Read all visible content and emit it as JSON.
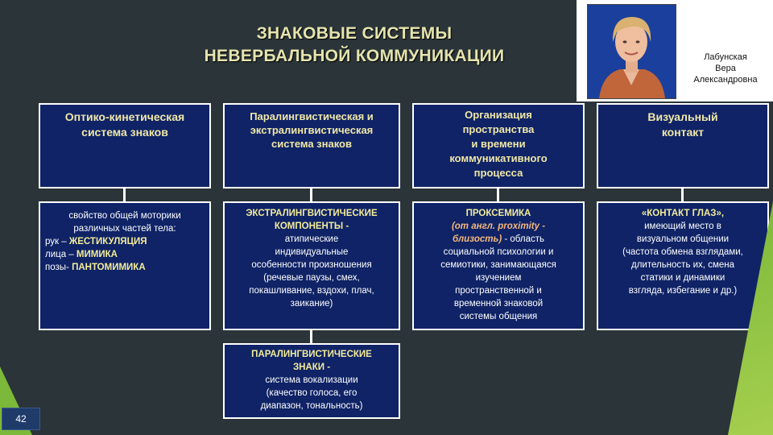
{
  "title": {
    "line1": "ЗНАКОВЫЕ СИСТЕМЫ",
    "line2": "НЕВЕРБАЛЬНОЙ КОММУНИКАЦИИ"
  },
  "author": {
    "line1": "Лабунская",
    "line2": "Вера",
    "line3": "Александровна"
  },
  "columns": [
    {
      "header_l1": "Оптико-кинетическая",
      "header_l2": "система знаков",
      "body_l1": "свойство общей моторики",
      "body_l2": "различных частей тела:",
      "body_l3a": "рук – ",
      "body_l3b": "ЖЕСТИКУЛЯЦИЯ",
      "body_l4a": "лица – ",
      "body_l4b": "МИМИКА",
      "body_l5a": "позы- ",
      "body_l5b": "ПАНТОМИМИКА"
    },
    {
      "header_l1": "Паралингвистическая и",
      "header_l2": "экстралингвистическая",
      "header_l3": "система знаков",
      "body_h1": "ЭКСТРАЛИНГВИСТИЧЕСКИЕ",
      "body_h2": "КОМПОНЕНТЫ -",
      "body_l1": "атипические",
      "body_l2": "индивидуальные",
      "body_l3": "особенности произношения",
      "body_l4": "(речевые паузы, смех,",
      "body_l5": "покашливание, вздохи, плач,",
      "body_l6": "заикание)",
      "extra_h1": "ПАРАЛИНГВИСТИЧЕСКИЕ",
      "extra_h2": "ЗНАКИ -",
      "extra_l1": "система вокализации",
      "extra_l2": "(качество голоса, его",
      "extra_l3": "диапазон, тональность)"
    },
    {
      "header_l1": "Организация",
      "header_l2": "пространства",
      "header_l3": "и времени",
      "header_l4": "коммуникативного",
      "header_l5": "процесса",
      "body_h1": "ПРОКСЕМИКА",
      "body_l1a": "(от англ. proximity -",
      "body_l2a": "близость)",
      "body_l2b": " - область",
      "body_l3": "социальной психологии и",
      "body_l4": "семиотики, занимающаяся",
      "body_l5": "изучением",
      "body_l6": "пространственной и",
      "body_l7": "временной знаковой",
      "body_l8": "системы общения"
    },
    {
      "header_l1": "Визуальный",
      "header_l2": "контакт",
      "body_h1": "«КОНТАКТ ГЛАЗ»,",
      "body_l1": "имеющий место в",
      "body_l2": "визуальном общении",
      "body_l3": "(частота обмена взглядами,",
      "body_l4": "длительность их, смена",
      "body_l5": "статики и динамики",
      "body_l6": "взгляда, избегание  и др.)"
    }
  ],
  "page_number": "42",
  "colors": {
    "background": "#2a3439",
    "box_fill": "#0f2366",
    "header_text": "#f0e8a8",
    "accent_orange": "#f4b77e",
    "accent_green": "#7cb83a"
  }
}
